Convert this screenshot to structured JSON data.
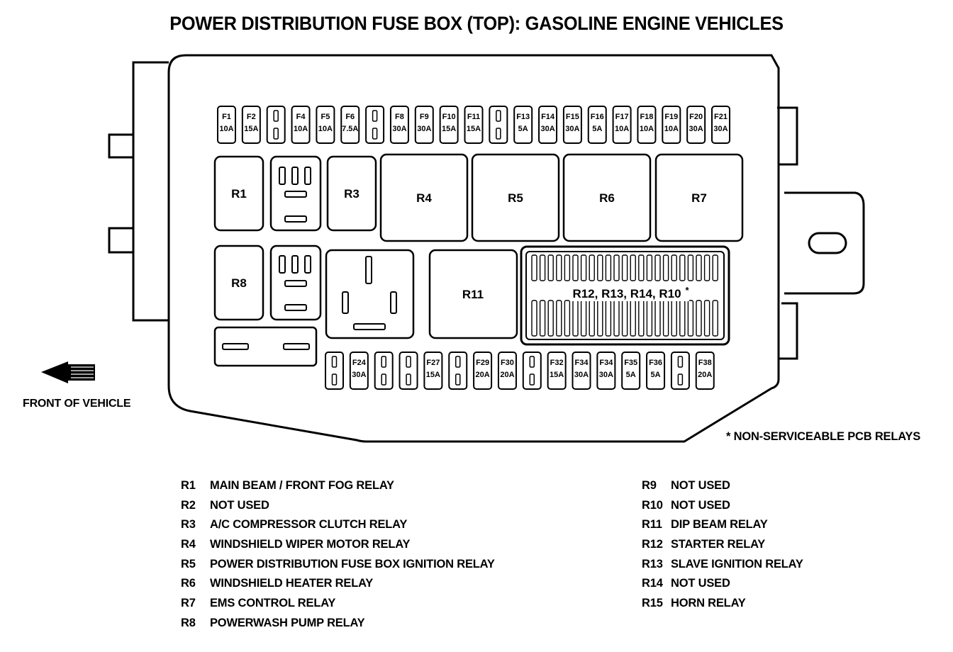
{
  "title": "POWER DISTRIBUTION FUSE BOX (TOP): GASOLINE ENGINE VEHICLES",
  "front_label": "FRONT OF VEHICLE",
  "note": "* NON-SERVICEABLE PCB RELAYS",
  "top_fuses": [
    {
      "id": "F1",
      "amp": "10A"
    },
    {
      "id": "F2",
      "amp": "15A"
    },
    {
      "id": "",
      "amp": ""
    },
    {
      "id": "F4",
      "amp": "10A"
    },
    {
      "id": "F5",
      "amp": "10A"
    },
    {
      "id": "F6",
      "amp": "7.5A"
    },
    {
      "id": "",
      "amp": ""
    },
    {
      "id": "F8",
      "amp": "30A"
    },
    {
      "id": "F9",
      "amp": "30A"
    },
    {
      "id": "F10",
      "amp": "15A"
    },
    {
      "id": "F11",
      "amp": "15A"
    },
    {
      "id": "",
      "amp": ""
    },
    {
      "id": "F13",
      "amp": "5A"
    },
    {
      "id": "F14",
      "amp": "30A"
    },
    {
      "id": "F15",
      "amp": "30A"
    },
    {
      "id": "F16",
      "amp": "5A"
    },
    {
      "id": "F17",
      "amp": "10A"
    },
    {
      "id": "F18",
      "amp": "10A"
    },
    {
      "id": "F19",
      "amp": "10A"
    },
    {
      "id": "F20",
      "amp": "30A"
    },
    {
      "id": "F21",
      "amp": "30A"
    }
  ],
  "bottom_fuses": [
    {
      "id": "",
      "amp": ""
    },
    {
      "id": "F24",
      "amp": "30A"
    },
    {
      "id": "",
      "amp": ""
    },
    {
      "id": "",
      "amp": ""
    },
    {
      "id": "F27",
      "amp": "15A"
    },
    {
      "id": "",
      "amp": ""
    },
    {
      "id": "F29",
      "amp": "20A"
    },
    {
      "id": "F30",
      "amp": "20A"
    },
    {
      "id": "",
      "amp": ""
    },
    {
      "id": "F32",
      "amp": "15A"
    },
    {
      "id": "F34",
      "amp": "30A"
    },
    {
      "id": "F34",
      "amp": "30A"
    },
    {
      "id": "F35",
      "amp": "5A"
    },
    {
      "id": "F36",
      "amp": "5A"
    },
    {
      "id": "",
      "amp": ""
    },
    {
      "id": "F38",
      "amp": "20A"
    }
  ],
  "relays": {
    "R1": "R1",
    "R3": "R3",
    "R4": "R4",
    "R5": "R5",
    "R6": "R6",
    "R7": "R7",
    "R8": "R8",
    "R11": "R11",
    "pcb_block": "R12, R13, R14, R10",
    "pcb_mark": "*"
  },
  "legend_left": [
    {
      "code": "R1",
      "desc": "MAIN BEAM / FRONT FOG RELAY"
    },
    {
      "code": "R2",
      "desc": "NOT USED"
    },
    {
      "code": "R3",
      "desc": "A/C COMPRESSOR CLUTCH RELAY"
    },
    {
      "code": "R4",
      "desc": "WINDSHIELD WIPER MOTOR RELAY"
    },
    {
      "code": "R5",
      "desc": "POWER DISTRIBUTION FUSE BOX IGNITION RELAY"
    },
    {
      "code": "R6",
      "desc": "WINDSHIELD HEATER RELAY"
    },
    {
      "code": "R7",
      "desc": "EMS CONTROL RELAY"
    },
    {
      "code": "R8",
      "desc": "POWERWASH PUMP RELAY"
    }
  ],
  "legend_right": [
    {
      "code": "R9",
      "desc": "NOT USED"
    },
    {
      "code": "R10",
      "desc": "NOT USED"
    },
    {
      "code": "R11",
      "desc": "DIP BEAM RELAY"
    },
    {
      "code": "R12",
      "desc": "STARTER RELAY"
    },
    {
      "code": "R13",
      "desc": "SLAVE IGNITION RELAY"
    },
    {
      "code": "R14",
      "desc": "NOT USED"
    },
    {
      "code": "R15",
      "desc": "HORN RELAY"
    }
  ]
}
